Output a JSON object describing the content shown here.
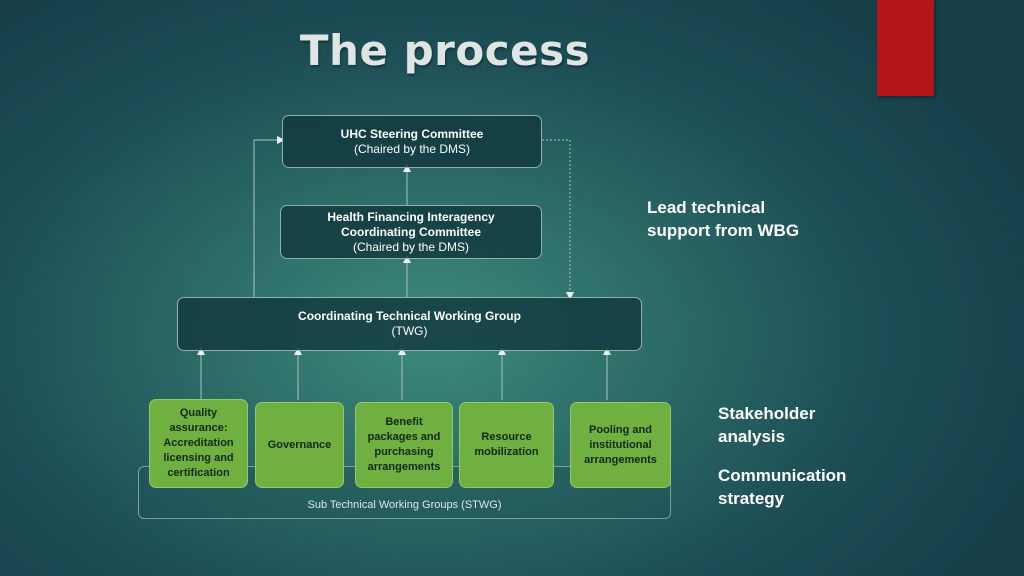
{
  "title": "The process",
  "nodes": {
    "uhc": {
      "name": "UHC Steering Committee",
      "chair": "(Chaired by the DMS)"
    },
    "hfic": {
      "line1": "Health Financing Interagency",
      "line2": "Coordinating Committee",
      "chair": "(Chaired by the DMS)"
    },
    "twg": {
      "name": "Coordinating Technical Working Group",
      "abbr": "(TWG)"
    }
  },
  "sub_groups": {
    "label": "Sub Technical Working Groups (STWG)",
    "items": [
      {
        "lines": [
          "Quality",
          "assurance:",
          "Accreditation",
          "licensing and",
          "certification"
        ]
      },
      {
        "lines": [
          "Governance"
        ]
      },
      {
        "lines": [
          "Benefit",
          "packages and",
          "purchasing",
          "arrangements"
        ]
      },
      {
        "lines": [
          "Resource",
          "mobilization"
        ]
      },
      {
        "lines": [
          "Pooling and",
          "institutional",
          "arrangements"
        ]
      }
    ]
  },
  "side_notes": {
    "lead": [
      "Lead technical",
      "support from WBG"
    ],
    "stakeholder": [
      "Stakeholder",
      "analysis"
    ],
    "communication": [
      "Communication",
      "strategy"
    ]
  },
  "colors": {
    "accent": "#b3161a",
    "green_box": "#6fb041",
    "dark_box": "#11383e"
  }
}
